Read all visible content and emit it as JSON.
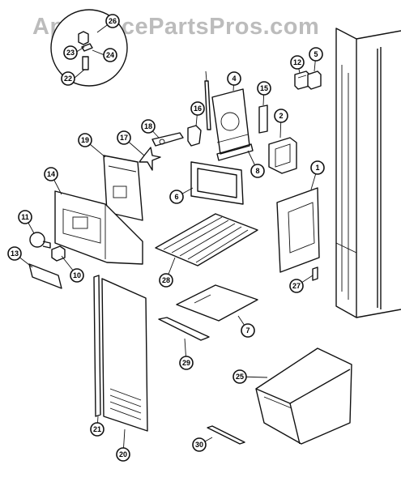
{
  "watermark": "AppliancePartsPros.com",
  "callouts": [
    "1",
    "2",
    "4",
    "5",
    "6",
    "7",
    "8",
    "10",
    "11",
    "12",
    "13",
    "14",
    "15",
    "16",
    "17",
    "18",
    "19",
    "20",
    "21",
    "22",
    "23",
    "24",
    "25",
    "26",
    "27",
    "28",
    "29",
    "30"
  ]
}
